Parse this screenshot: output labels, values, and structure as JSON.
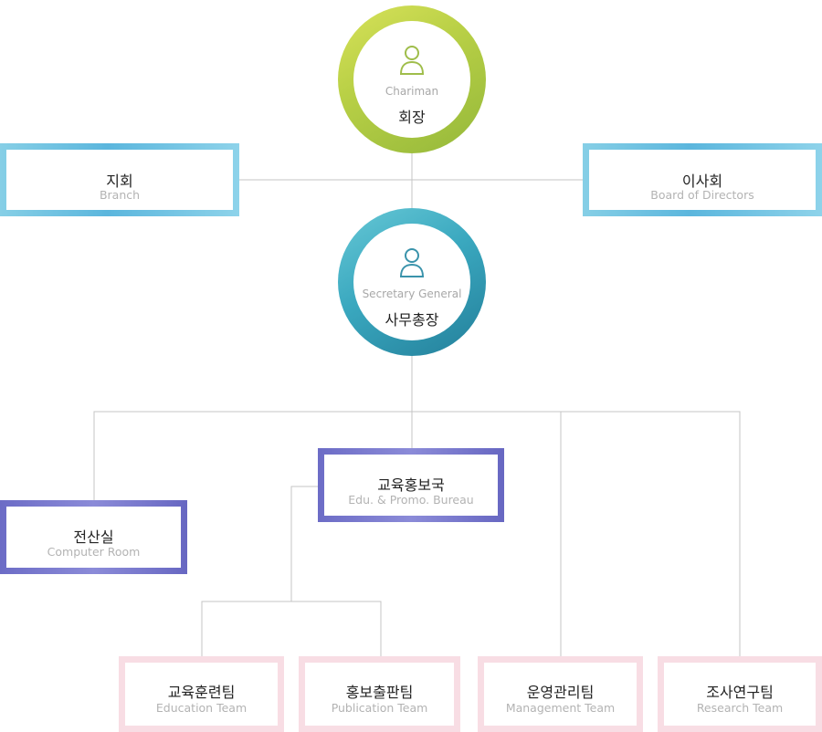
{
  "chart": {
    "chairman": {
      "en": "Chariman",
      "ko": "회장"
    },
    "secretary_general": {
      "en": "Secretary General",
      "ko": "사무총장"
    },
    "branch": {
      "ko": "지회",
      "en": "Branch"
    },
    "board": {
      "ko": "이사회",
      "en": "Board of Directors"
    },
    "bureau": {
      "ko": "교육홍보국",
      "en": "Edu. & Promo. Bureau"
    },
    "computer_room": {
      "ko": "전산실",
      "en": "Computer Room"
    },
    "education_team": {
      "ko": "교육훈련팀",
      "en": "Education Team"
    },
    "publication_team": {
      "ko": "홍보출판팀",
      "en": "Publication Team"
    },
    "management_team": {
      "ko": "운영관리팀",
      "en": "Management Team"
    },
    "research_team": {
      "ko": "조사연구팀",
      "en": "Research Team"
    }
  },
  "colors": {
    "chairman_ring": "#b9d046",
    "secretary_ring": "#3aa8bf",
    "side_boxes": "#5bb6dd",
    "bureau_boxes": "#7a7acf",
    "team_boxes": "#f8dde4",
    "connector": "#c4c4c4"
  },
  "icons": {
    "person": "person-icon"
  }
}
